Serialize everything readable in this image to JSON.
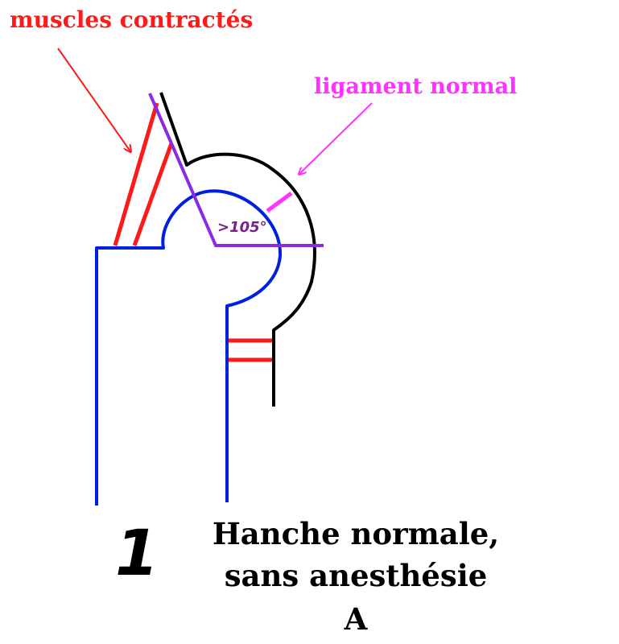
{
  "labels": {
    "muscles": "muscles contractés",
    "ligament": "ligament normal",
    "angle": ">105°",
    "figure_number": "1",
    "caption_line1": "Hanche normale,",
    "caption_line2": "sans anesthésie",
    "caption_line3": "A"
  },
  "colors": {
    "bone": "#0020e0",
    "muscle": "#ff1a1a",
    "capsule": "#000000",
    "axis": "#8a2be2",
    "ligament": "#ff33ff",
    "angle_text": "#7a1f8c",
    "text": "#000000"
  }
}
